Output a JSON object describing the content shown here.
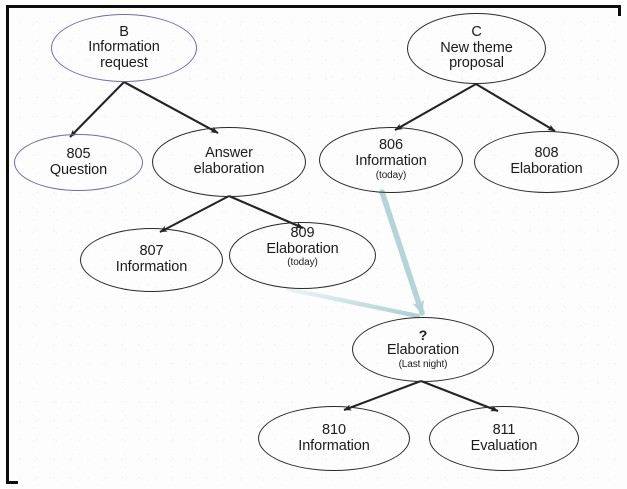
{
  "figure": {
    "type": "tree-diagram",
    "title": "",
    "background_color": "#fdfdfd",
    "frame_color": "#0c0c0c",
    "colors": {
      "node_outline_default": "#2a2a2a",
      "node_outline_highlight": "#6d6dae",
      "edge_default": "#232323",
      "edge_highlight": "#b3d4d6",
      "text": "#1b1b1b"
    }
  },
  "nodes": [
    {
      "key": "B",
      "id": "B",
      "label": "Information\nrequest",
      "label_line1": "Information",
      "label_line2": "request",
      "sub": "",
      "outline": "highlight"
    },
    {
      "key": "C",
      "id": "C",
      "label": "New theme\nproposal",
      "label_line1": "New theme",
      "label_line2": "proposal",
      "sub": "",
      "outline": "default"
    },
    {
      "key": "805",
      "id": "805",
      "label": "Question",
      "sub": "",
      "outline": "highlight"
    },
    {
      "key": "answer",
      "id": "",
      "label": "Answer\nelaboration",
      "label_line1": "Answer",
      "label_line2": "elaboration",
      "sub": "",
      "outline": "default"
    },
    {
      "key": "806",
      "id": "806",
      "label": "Information",
      "sub": "(today)",
      "outline": "default"
    },
    {
      "key": "808",
      "id": "808",
      "label": "Elaboration",
      "sub": "",
      "outline": "default"
    },
    {
      "key": "807",
      "id": "807",
      "label": "Information",
      "sub": "",
      "outline": "default"
    },
    {
      "key": "809",
      "id": "809",
      "label": "Elaboration",
      "sub": "(today)",
      "outline": "default"
    },
    {
      "key": "unknown",
      "id": "?",
      "label": "Elaboration",
      "sub": "(Last night)",
      "outline": "default"
    },
    {
      "key": "810",
      "id": "810",
      "label": "Information",
      "sub": "",
      "outline": "default"
    },
    {
      "key": "811",
      "id": "811",
      "label": "Evaluation",
      "sub": "",
      "outline": "default"
    }
  ],
  "edges": [
    {
      "from": "B",
      "to": "805",
      "style": "default"
    },
    {
      "from": "B",
      "to": "answer",
      "style": "default"
    },
    {
      "from": "answer",
      "to": "807",
      "style": "default"
    },
    {
      "from": "answer",
      "to": "809",
      "style": "default"
    },
    {
      "from": "C",
      "to": "806",
      "style": "default"
    },
    {
      "from": "C",
      "to": "808",
      "style": "default"
    },
    {
      "from": "806",
      "to": "unknown",
      "style": "highlight"
    },
    {
      "from": "809",
      "to": "unknown",
      "style": "highlight"
    },
    {
      "from": "unknown",
      "to": "810",
      "style": "default"
    },
    {
      "from": "unknown",
      "to": "811",
      "style": "default"
    }
  ]
}
